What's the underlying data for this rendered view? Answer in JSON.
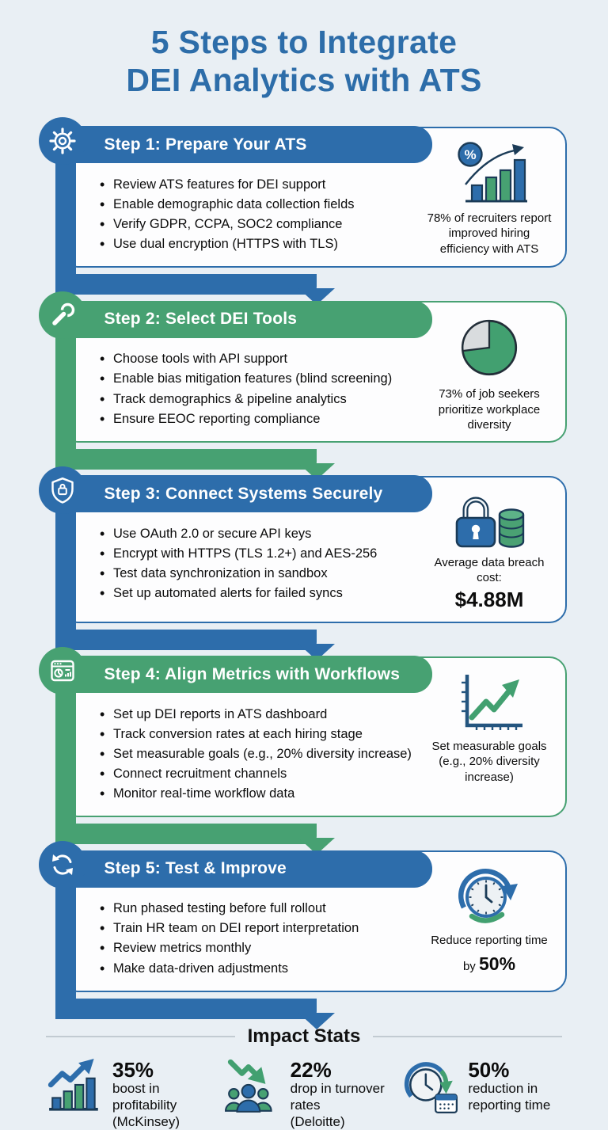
{
  "page": {
    "title_line1": "5 Steps to Integrate",
    "title_line2": "DEI Analytics with ATS"
  },
  "colors": {
    "blue": "#2d6dab",
    "green": "#47a172",
    "navy_outline": "#1b3b57",
    "background": "#e9eff4",
    "card": "#fdfdfe",
    "title_text": "#2d6da9",
    "pie_gray": "#d9dcde"
  },
  "steps": [
    {
      "title": "Step 1: Prepare Your ATS",
      "color": "blue",
      "icon": "gear-icon",
      "bullets": [
        "Review ATS features for DEI support",
        "Enable demographic data collection fields",
        "Verify GDPR, CCPA, SOC2 compliance",
        "Use dual encryption (HTTPS with TLS)"
      ],
      "stat": {
        "icon": "percent-bar-chart-icon",
        "text": "78% of recruiters report improved hiring efficiency with ATS"
      }
    },
    {
      "title": "Step 2: Select DEI Tools",
      "color": "green",
      "icon": "wrench-icon",
      "bullets": [
        "Choose tools with API support",
        "Enable bias mitigation features (blind screening)",
        "Track demographics & pipeline analytics",
        "Ensure EEOC reporting compliance"
      ],
      "stat": {
        "icon": "pie-chart-icon",
        "text": "73% of job seekers prioritize workplace diversity"
      }
    },
    {
      "title": "Step 3: Connect Systems Securely",
      "color": "blue",
      "icon": "shield-lock-icon",
      "bullets": [
        "Use OAuth 2.0 or secure API keys",
        "Encrypt with HTTPS (TLS 1.2+) and AES-256",
        "Test data synchronization in sandbox",
        "Set up automated alerts for failed syncs"
      ],
      "stat": {
        "icon": "lock-database-icon",
        "text": "Average data breach cost:",
        "bold": "$4.88M"
      }
    },
    {
      "title": "Step 4: Align Metrics with Workflows",
      "color": "green",
      "icon": "dashboard-icon",
      "bullets": [
        "Set up DEI reports in ATS dashboard",
        "Track conversion rates at each hiring stage",
        "Set measurable goals (e.g., 20% diversity increase)",
        "Connect recruitment channels",
        "Monitor real-time workflow data"
      ],
      "stat": {
        "icon": "growth-chart-icon",
        "text": "Set measurable goals (e.g., 20% diversity increase)"
      }
    },
    {
      "title": "Step 5: Test & Improve",
      "color": "blue",
      "icon": "refresh-icon",
      "bullets": [
        "Run phased testing before full rollout",
        "Train HR team on DEI report interpretation",
        "Review metrics monthly",
        "Make data-driven adjustments"
      ],
      "stat": {
        "icon": "clock-refresh-icon",
        "text": "Reduce reporting time",
        "prefix": "by ",
        "bold": "50%"
      }
    }
  ],
  "impact": {
    "heading": "Impact Stats",
    "items": [
      {
        "icon": "bar-chart-arrow-up-icon",
        "value": "35%",
        "desc": "boost in profitability",
        "source": "(McKinsey)"
      },
      {
        "icon": "people-arrow-down-icon",
        "value": "22%",
        "desc": "drop in turnover rates",
        "source": "(Deloitte)"
      },
      {
        "icon": "clock-calendar-icon",
        "value": "50%",
        "desc": "reduction in reporting time",
        "source": ""
      }
    ]
  }
}
